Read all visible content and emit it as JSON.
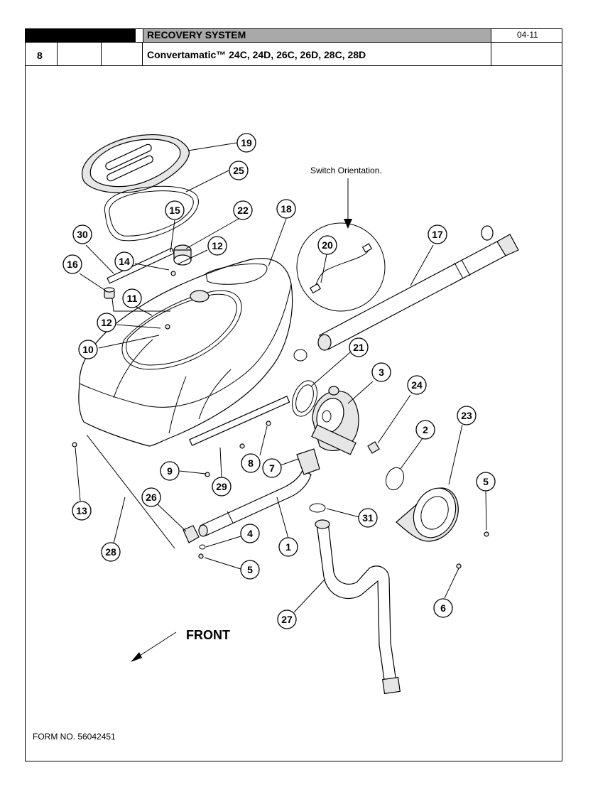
{
  "header": {
    "section_title": "RECOVERY SYSTEM",
    "date": "04-11",
    "page_number": "8",
    "model_line": "Convertamatic™ 24C, 24D, 26C, 26D, 28C, 28D"
  },
  "diagram": {
    "switch_note": "Switch Orientation.",
    "front_label": "FRONT",
    "callouts": [
      "19",
      "25",
      "15",
      "22",
      "18",
      "30",
      "12",
      "14",
      "16",
      "11",
      "12",
      "10",
      "20",
      "17",
      "21",
      "3",
      "24",
      "2",
      "23",
      "5",
      "9",
      "29",
      "8",
      "7",
      "13",
      "26",
      "4",
      "1",
      "31",
      "28",
      "5",
      "6",
      "27"
    ]
  },
  "footer": {
    "form_no": "FORM NO. 56042451"
  }
}
